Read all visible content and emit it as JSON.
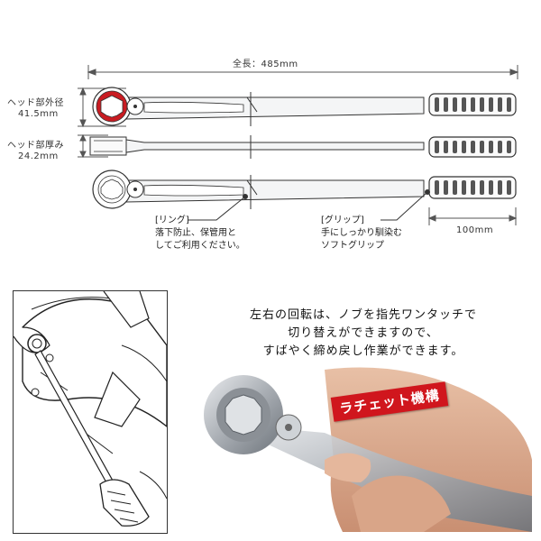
{
  "dimensions": {
    "overall_length": "全長：485mm",
    "head_outer_label": "ヘッド部外径",
    "head_outer_value": "41.5mm",
    "head_thickness_label": "ヘッド部厚み",
    "head_thickness_value": "24.2mm",
    "grip_length": "100mm"
  },
  "callouts": {
    "ring_title": "[リング]",
    "ring_line1": "落下防止、保管用と",
    "ring_line2": "してご利用ください。",
    "grip_title": "[グリップ]",
    "grip_line1": "手にしっかり馴染む",
    "grip_line2": "ソフトグリップ"
  },
  "caption": {
    "line1": "左右の回転は、ノブを指先ワンタッチで",
    "line2": "切り替えができますので、",
    "line3": "すばやく締め戻し作業ができます。"
  },
  "badge": {
    "label": "ラチェット機構"
  },
  "colors": {
    "accent": "#d0161d",
    "steel": "#c9ccd0",
    "grip": "#555555"
  }
}
